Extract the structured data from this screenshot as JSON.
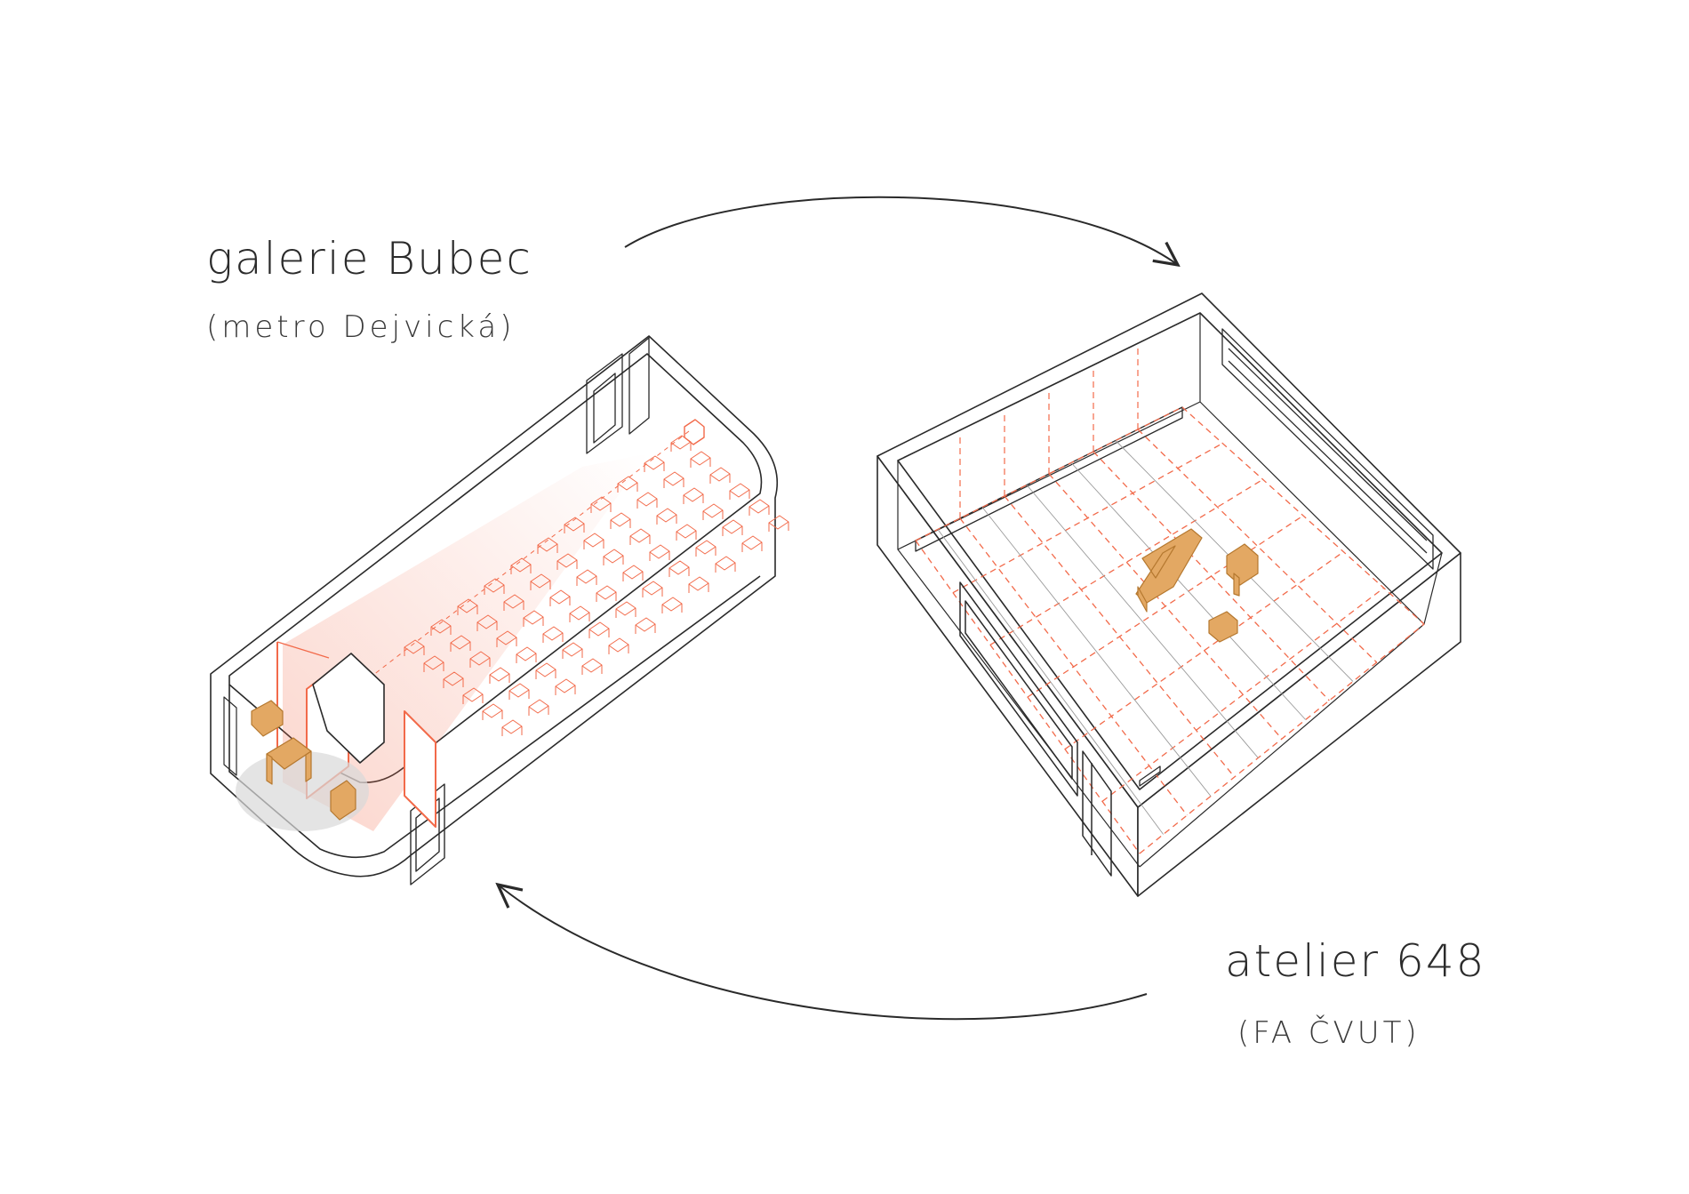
{
  "labels": {
    "gallery": {
      "name": "galerie Bubec",
      "location": "(metro Dejvická)"
    },
    "studio": {
      "name": "atelier 648",
      "location": "(FA ČVUT)"
    }
  },
  "colors": {
    "line": "#2a2a2a",
    "accent": "#f26a4a",
    "wood": "#e3a863",
    "wood_dark": "#b5782f",
    "wall_fill": "#ffffff",
    "shadow": "#d8d8d8"
  }
}
